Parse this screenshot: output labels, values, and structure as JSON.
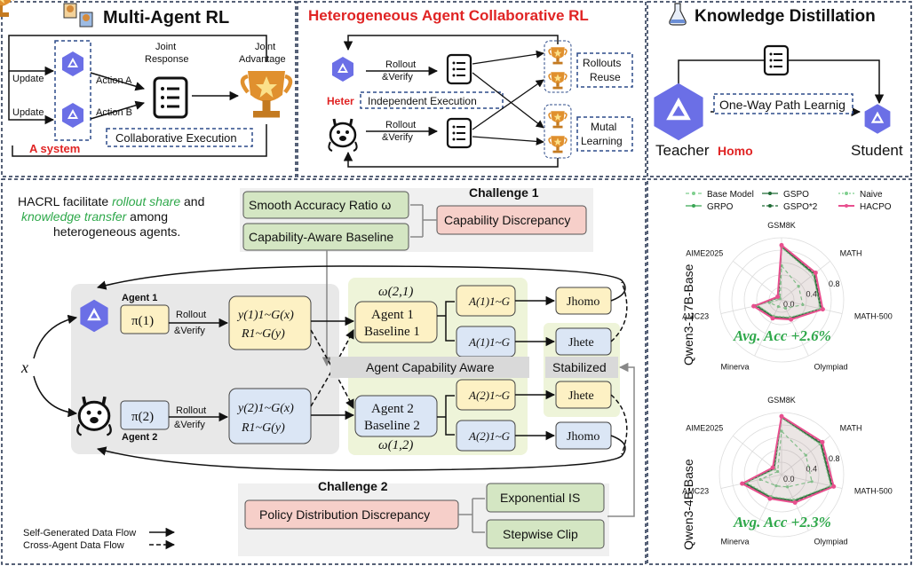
{
  "top": {
    "multi_agent": {
      "title": "Multi-Agent RL",
      "update1": "Update",
      "update2": "Update",
      "action_a": "Action A",
      "action_b": "Action B",
      "joint_response_1": "Joint",
      "joint_response_2": "Response",
      "joint_advantage_1": "Joint",
      "joint_advantage_2": "Advantage",
      "collab_exec": "Collaborative Execution",
      "a_system": "A system"
    },
    "hetero": {
      "title": "Heterogeneous Agent Collaborative RL",
      "rollout1_a": "Rollout",
      "rollout1_b": "&Verify",
      "rollout2_a": "Rollout",
      "rollout2_b": "&Verify",
      "heter": "Heter",
      "indep_exec": "Independent Execution",
      "reuse_1": "Rollouts",
      "reuse_2": "Reuse",
      "mutual_1": "Mutal",
      "mutual_2": "Learning"
    },
    "kd": {
      "title": "Knowledge Distillation",
      "one_way": "One-Way Path Learnig",
      "teacher": "Teacher",
      "homo": "Homo",
      "student": "Student"
    }
  },
  "main": {
    "intro_1a": "HACRL facilitate ",
    "intro_1b": "rollout share",
    "intro_1c": " and",
    "intro_2a": "knowledge transfer",
    "intro_2b": " among",
    "intro_3": "heterogeneous agents.",
    "challenge1": "Challenge 1",
    "smooth_acc": "Smooth Accuracy Ratio ω",
    "cap_baseline": "Capability-Aware Baseline",
    "cap_discrepancy": "Capability Discrepancy",
    "agent1": "Agent 1",
    "agent2": "Agent 2",
    "pi1": "π(1)",
    "pi2": "π(2)",
    "rollout_a1": "Rollout",
    "rollout_b1": "&Verify",
    "rollout_a2": "Rollout",
    "rollout_b2": "&Verify",
    "y1": "y(1)1~G(x)",
    "r1": "R1~G(y)",
    "y2": "y(2)1~G(x)",
    "r2": "R1~G(y)",
    "omega21": "ω(2,1)",
    "omega12": "ω(1,2)",
    "ab1_a": "Agent 1",
    "ab1_b": "Baseline 1",
    "ab2_a": "Agent 2",
    "ab2_b": "Baseline 2",
    "a_top1": "A(1)1~G",
    "a_bot1": "A(1)1~G",
    "a_top2": "A(2)1~G",
    "a_bot2": "A(2)1~G",
    "j_homo1": "Jhomo",
    "j_hete1": "Jhete",
    "j_hete2": "Jhete",
    "j_homo2": "Jhomo",
    "cap_aware": "Agent Capability Aware",
    "stabilized": "Stabilized",
    "x": "x",
    "challenge2": "Challenge 2",
    "policy_disc": "Policy Distribution Discrepancy",
    "exp_is": "Exponential IS",
    "stepwise": "Stepwise Clip",
    "legend_self": "Self-Generated Data Flow",
    "legend_cross": "Cross-Agent Data Flow"
  },
  "radar": {
    "legend": [
      "Base Model",
      "GSPO",
      "Naive",
      "GRPO",
      "GSPO*2",
      "HACPO"
    ],
    "axes": [
      "GSM8K",
      "MATH",
      "MATH-500",
      "Olympiad",
      "Minerva",
      "AMC23",
      "AIME2025"
    ],
    "ticks": [
      "0.0",
      "0.4",
      "0.8"
    ],
    "tick_labels_2": [
      "0.0",
      "0.4",
      "0.8"
    ],
    "model1": "Qwen3-1.7B-Base",
    "model2": "Qwen3-4B-Base",
    "gain1": "Avg. Acc +2.6%",
    "gain2": "Avg. Acc +2.3%",
    "colors": {
      "hacpo": "#e8508f",
      "green": "#3aa655",
      "dark": "#1f6b35",
      "light": "#7fcf8f"
    }
  },
  "chart_data": [
    {
      "type": "radar",
      "title": "Qwen3-1.7B-Base",
      "categories": [
        "GSM8K",
        "MATH",
        "MATH-500",
        "Olympiad",
        "Minerva",
        "AMC23",
        "AIME2025"
      ],
      "rlim": [
        0,
        1
      ],
      "series": [
        {
          "name": "Base Model",
          "values": [
            0.55,
            0.35,
            0.35,
            0.15,
            0.12,
            0.2,
            0.03
          ]
        },
        {
          "name": "GRPO",
          "values": [
            0.85,
            0.66,
            0.64,
            0.32,
            0.3,
            0.4,
            0.06
          ]
        },
        {
          "name": "GSPO",
          "values": [
            0.86,
            0.67,
            0.65,
            0.33,
            0.31,
            0.42,
            0.06
          ]
        },
        {
          "name": "GSPO*2",
          "values": [
            0.86,
            0.68,
            0.66,
            0.33,
            0.31,
            0.43,
            0.07
          ]
        },
        {
          "name": "Naive",
          "values": [
            0.84,
            0.65,
            0.64,
            0.31,
            0.29,
            0.4,
            0.06
          ]
        },
        {
          "name": "HACPO",
          "values": [
            0.88,
            0.7,
            0.68,
            0.35,
            0.33,
            0.46,
            0.08
          ]
        }
      ]
    },
    {
      "type": "radar",
      "title": "Qwen3-4B-Base",
      "categories": [
        "GSM8K",
        "MATH",
        "MATH-500",
        "Olympiad",
        "Minerva",
        "AMC23",
        "AIME2025"
      ],
      "rlim": [
        0,
        1
      ],
      "series": [
        {
          "name": "Base Model",
          "values": [
            0.7,
            0.5,
            0.5,
            0.22,
            0.2,
            0.35,
            0.08
          ]
        },
        {
          "name": "GRPO",
          "values": [
            0.92,
            0.8,
            0.82,
            0.46,
            0.4,
            0.6,
            0.15
          ]
        },
        {
          "name": "GSPO",
          "values": [
            0.92,
            0.81,
            0.83,
            0.47,
            0.41,
            0.61,
            0.15
          ]
        },
        {
          "name": "GSPO*2",
          "values": [
            0.93,
            0.82,
            0.84,
            0.48,
            0.41,
            0.62,
            0.16
          ]
        },
        {
          "name": "Naive",
          "values": [
            0.91,
            0.79,
            0.81,
            0.45,
            0.39,
            0.58,
            0.14
          ]
        },
        {
          "name": "HACPO",
          "values": [
            0.94,
            0.84,
            0.86,
            0.5,
            0.43,
            0.65,
            0.18
          ]
        }
      ]
    }
  ]
}
